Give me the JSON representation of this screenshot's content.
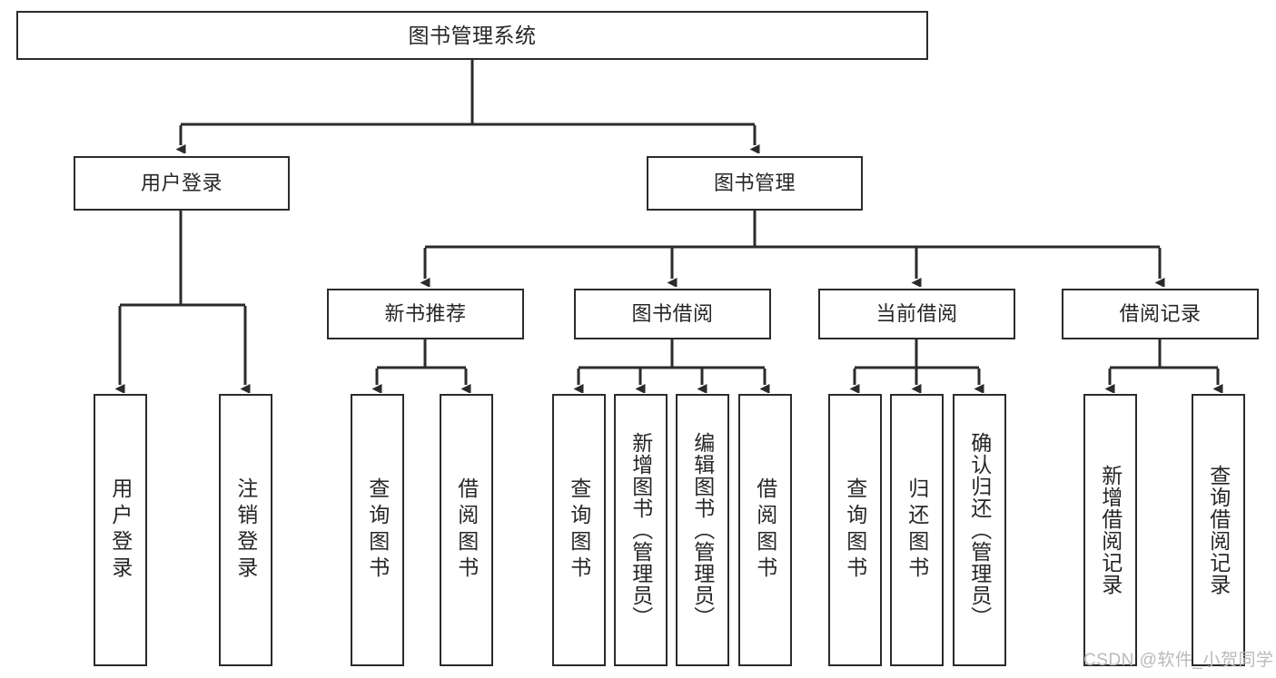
{
  "diagram": {
    "type": "tree-structure-chart",
    "title": "图书管理系统",
    "colors": {
      "background": "#ffffff",
      "box_border": "#2b2b2b",
      "box_fill": "#ffffff",
      "text": "#262626",
      "edge": "#2b2b2b",
      "watermark": "#b9b9b9"
    },
    "root": {
      "label": "图书管理系统"
    },
    "level1": [
      {
        "label": "用户登录"
      },
      {
        "label": "图书管理"
      }
    ],
    "level2": [
      {
        "label": "新书推荐"
      },
      {
        "label": "图书借阅"
      },
      {
        "label": "当前借阅"
      },
      {
        "label": "借阅记录"
      }
    ],
    "leaves": [
      {
        "label": "用户登录",
        "parent": "用户登录"
      },
      {
        "label": "注销登录",
        "parent": "用户登录"
      },
      {
        "label": "查询图书",
        "parent": "新书推荐"
      },
      {
        "label": "借阅图书",
        "parent": "新书推荐"
      },
      {
        "label": "查询图书",
        "parent": "图书借阅"
      },
      {
        "label": "新增图书（管理员）",
        "parent": "图书借阅"
      },
      {
        "label": "编辑图书（管理员）",
        "parent": "图书借阅"
      },
      {
        "label": "借阅图书",
        "parent": "图书借阅"
      },
      {
        "label": "查询图书",
        "parent": "当前借阅"
      },
      {
        "label": "归还图书",
        "parent": "当前借阅"
      },
      {
        "label": "确认归还（管理员）",
        "parent": "当前借阅"
      },
      {
        "label": "新增借阅记录",
        "parent": "借阅记录"
      },
      {
        "label": "查询借阅记录",
        "parent": "借阅记录"
      }
    ]
  },
  "watermark": {
    "text": "CSDN @软件_小贺同学"
  }
}
